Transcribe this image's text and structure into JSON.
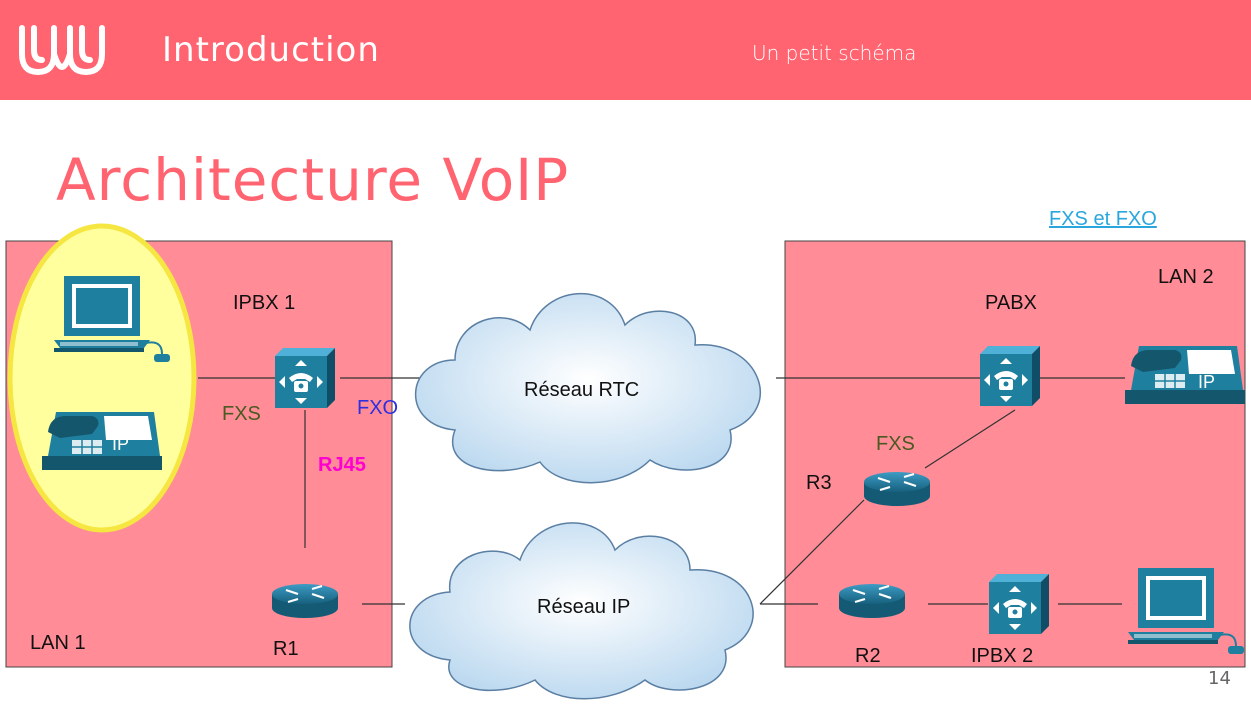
{
  "header": {
    "title": "Introduction",
    "subtitle": "Un petit schéma"
  },
  "page": {
    "title": "Architecture VoIP",
    "number": "14"
  },
  "link": {
    "label": "FXS et FXO"
  },
  "colors": {
    "accent": "#ff6470",
    "lan_fill": "#ff8c96",
    "link": "#2aa6de",
    "device": "#1f7f9e",
    "ellipse": "#f5e642",
    "fxo": "#2f2fe0",
    "fxs": "#4a5a22",
    "rj45": "#ff00d0"
  },
  "labels": {
    "ipbx1": "IPBX 1",
    "pabx": "PABX",
    "lan1": "LAN 1",
    "lan2": "LAN 2",
    "fxs_left": "FXS",
    "fxo": "FXO",
    "rj45": "RJ45",
    "fxs_right": "FXS",
    "r1": "R1",
    "r2": "R2",
    "r3": "R3",
    "ipbx2": "IPBX 2",
    "rtc": "Réseau RTC",
    "ip_net": "Réseau IP",
    "ip_phone": "IP"
  },
  "icons": [
    "logo-icon",
    "computer-icon",
    "ip-phone-icon",
    "pbx-switch-icon",
    "router-icon",
    "cloud-icon"
  ]
}
